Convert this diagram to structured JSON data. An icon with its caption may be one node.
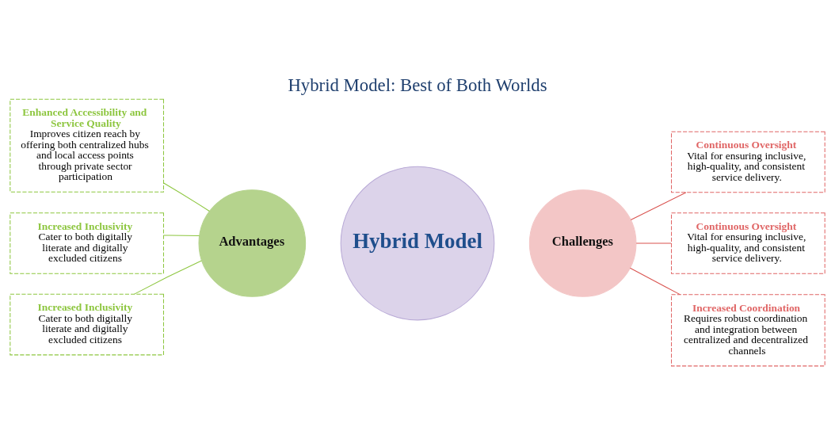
{
  "diagram": {
    "title": "Hybrid Model: Best of Both Worlds",
    "nodes": [
      {
        "text": [
          "Hybrid Model"
        ]
      },
      {
        "text": [
          "Advantages"
        ]
      },
      {
        "text": [
          "Challenges"
        ]
      },
      {
        "text": [
          "Enhanced Accessibility and Service Quality",
          "Improves citizen reach by offering both centralized hubs and local access points through private sector participation"
        ]
      },
      {
        "text": [
          "Increased Inclusivity",
          "Cater to both digitally literate and digitally excluded citizens"
        ]
      },
      {
        "text": [
          "Increased Inclusivity",
          "Cater to both digitally literate and digitally excluded citizens"
        ]
      },
      {
        "text": [
          "Continuous Oversight",
          "Vital for ensuring inclusive, high-quality, and consistent service delivery."
        ]
      },
      {
        "text": [
          "Continuous Oversight",
          "Vital for ensuring inclusive, high-quality, and consistent service delivery."
        ]
      },
      {
        "text": [
          "Increased Coordination",
          "Requires robust coordination and integration between centralized and decentralized channels"
        ]
      }
    ],
    "edges": [
      {
        "from": 1,
        "to": 3,
        "arrow": "none",
        "color": "#8dc63f"
      },
      {
        "from": 1,
        "to": 4,
        "arrow": "none",
        "color": "#8dc63f"
      },
      {
        "from": 1,
        "to": 5,
        "arrow": "none",
        "color": "#8dc63f"
      },
      {
        "from": 2,
        "to": 6,
        "arrow": "none",
        "color": "#d9534f"
      },
      {
        "from": 2,
        "to": 7,
        "arrow": "none",
        "color": "#d9534f"
      },
      {
        "from": 2,
        "to": 8,
        "arrow": "none",
        "color": "#d9534f"
      }
    ]
  }
}
